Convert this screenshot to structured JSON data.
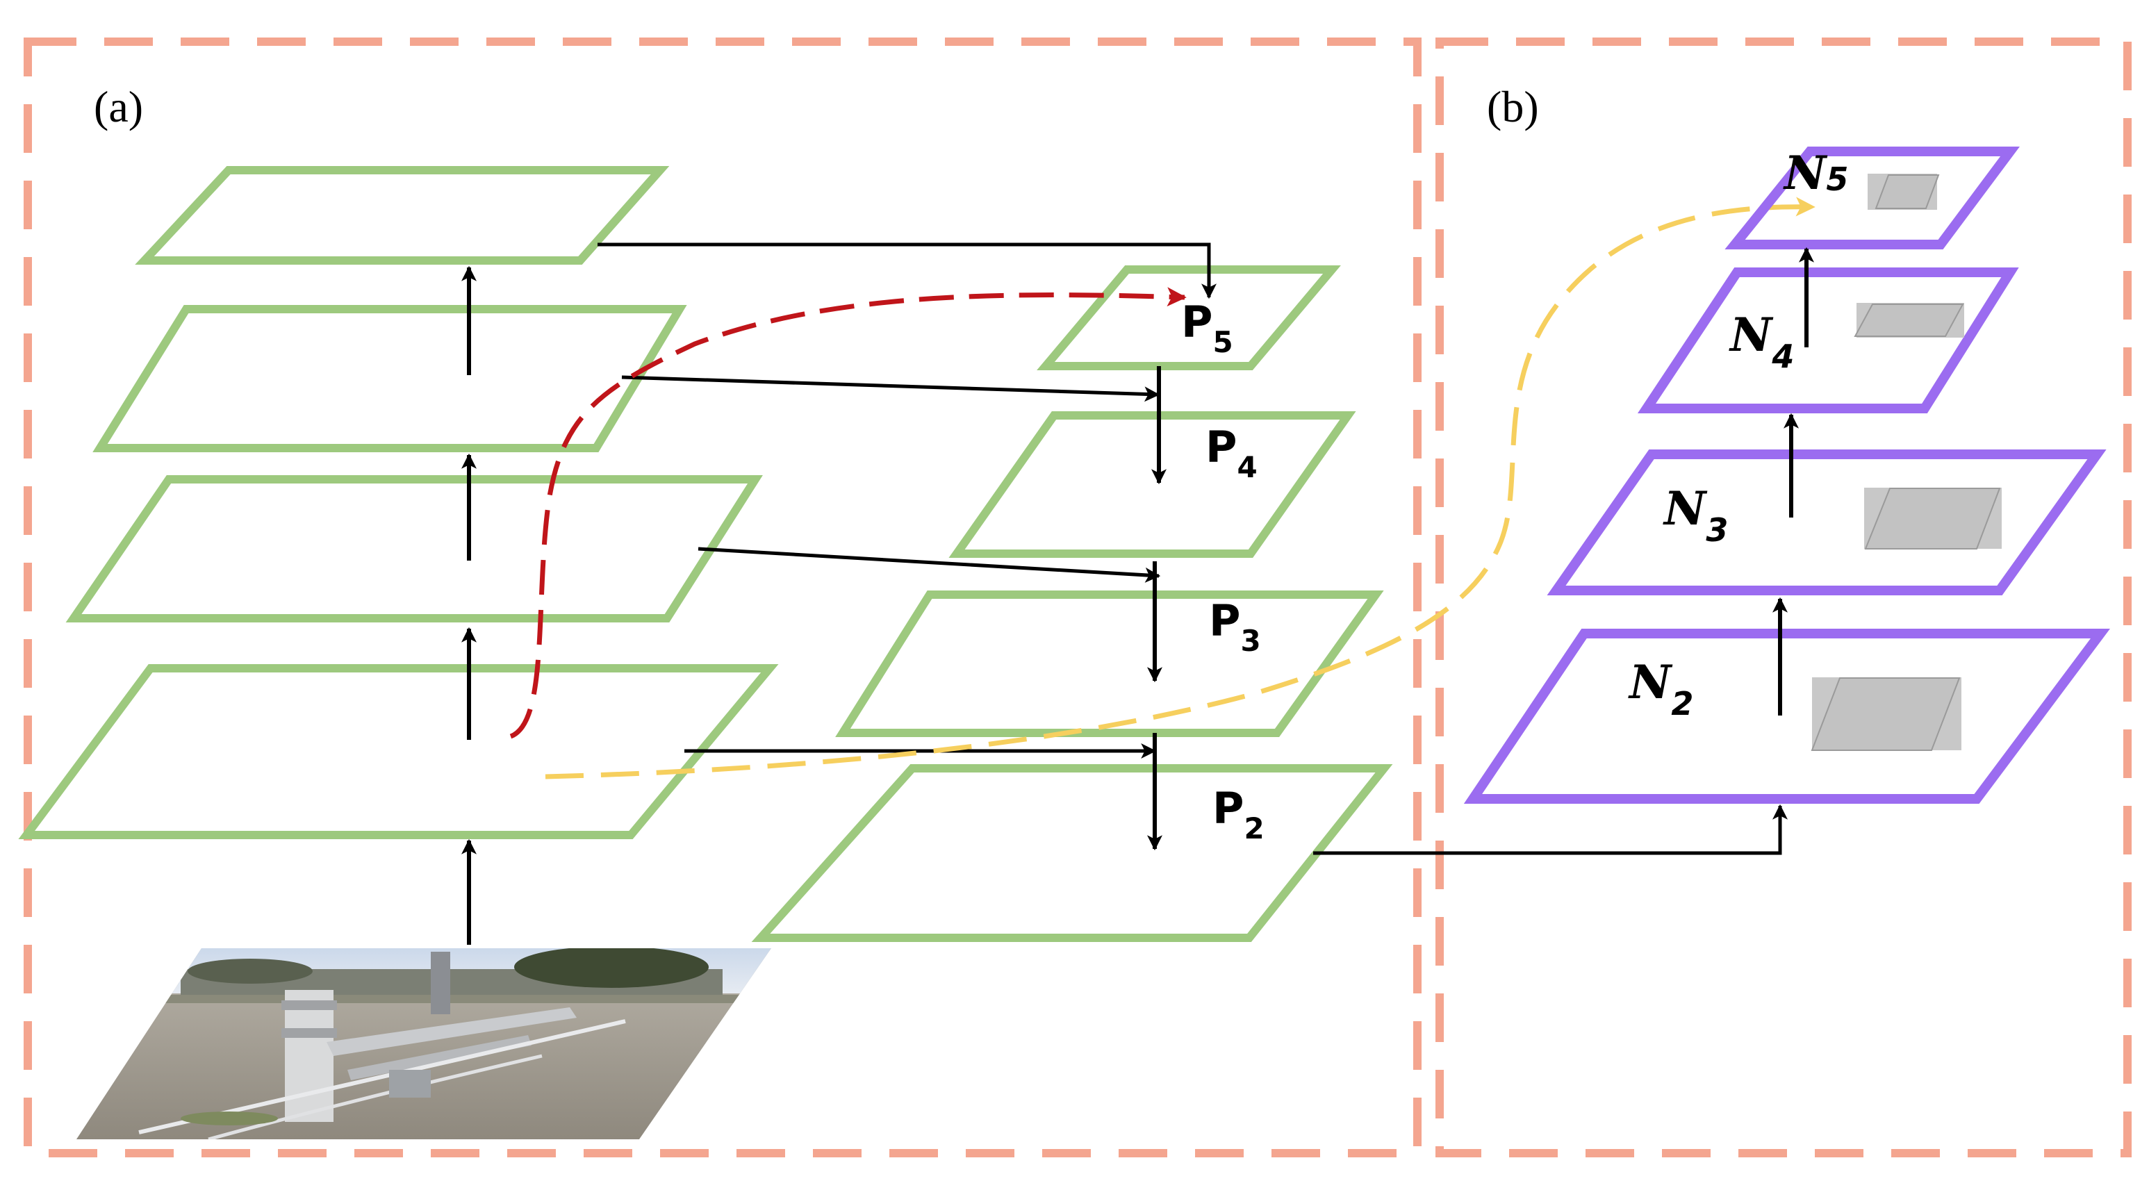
{
  "panels": {
    "a": {
      "label": "(a)"
    },
    "b": {
      "label": "(b)"
    }
  },
  "fpn_levels": [
    {
      "base": "P",
      "sub": "5"
    },
    {
      "base": "P",
      "sub": "4"
    },
    {
      "base": "P",
      "sub": "3"
    },
    {
      "base": "P",
      "sub": "2"
    }
  ],
  "pan_levels": [
    {
      "base": "N",
      "sub": "5"
    },
    {
      "base": "N",
      "sub": "4"
    },
    {
      "base": "N",
      "sub": "3"
    },
    {
      "base": "N",
      "sub": "2"
    }
  ],
  "colors": {
    "panel_border": "#f4a58f",
    "backbone_plane": "#9dc97e",
    "fpn_plane": "#9dc97e",
    "pan_plane": "#9b6cf0",
    "arrow": "#000000",
    "red_path": "#c0151a",
    "yellow_path": "#f6cf5e",
    "inner_box": "#c8c8c8"
  }
}
